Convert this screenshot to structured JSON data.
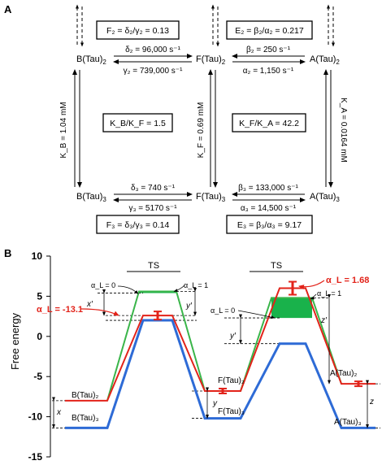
{
  "panelA": {
    "label": "A",
    "states": {
      "b2": {
        "name": "B(Tau)",
        "sub": "2"
      },
      "f2": {
        "name": "F(Tau)",
        "sub": "2"
      },
      "a2": {
        "name": "A(Tau)",
        "sub": "2"
      },
      "b3": {
        "name": "B(Tau)",
        "sub": "3"
      },
      "f3": {
        "name": "F(Tau)",
        "sub": "3"
      },
      "a3": {
        "name": "A(Tau)",
        "sub": "3"
      }
    },
    "boxes": {
      "F2": "F₂ = δ₂/γ₂ = 0.13",
      "E2": "E₂ = β₂/α₂ = 0.217",
      "KBKF": "K_B/K_F = 1.5",
      "KFKA": "K_F/K_A = 42.2",
      "F3": "F₃ = δ₃/γ₃ = 0.14",
      "E3": "E₃ = β₃/α₃ = 9.17"
    },
    "rates": {
      "delta2": "δ₂ = 96,000 s⁻¹",
      "gamma2": "γ₂ = 739,000 s⁻¹",
      "beta2": "β₂ = 250 s⁻¹",
      "alpha2": "α₂ = 1,150 s⁻¹",
      "delta3": "δ₃ = 740 s⁻¹",
      "gamma3": "γ₃ = 5170 s⁻¹",
      "beta3": "β₃ = 133,000 s⁻¹",
      "alpha3": "α₃ = 14,500 s⁻¹"
    },
    "dissociation": {
      "KB": "K_B = 1.04 mM",
      "KF": "K_F = 0.69 mM",
      "KA": "K_A = 0.0164 mM"
    }
  },
  "panelB": {
    "label": "B",
    "ylabel": "Free energy",
    "yticks": [
      10,
      5,
      0,
      -5,
      -10,
      -15
    ],
    "ylim": [
      -15,
      10
    ],
    "ts_label": "TS",
    "alphaL_left": "α_L = -13.1",
    "alphaL_right": "α_L = 1.68",
    "alphaL_0": "α_L = 0",
    "alphaL_1": "α_L = 1",
    "state_labels": {
      "b2": "B(Tau)₂",
      "b3": "B(Tau)₃",
      "f2": "F(Tau)₂",
      "f3": "F(Tau)₃",
      "a2": "A(Tau)₂",
      "a3": "A(Tau)₃"
    },
    "dims": {
      "x": "x",
      "xp": "x′",
      "y": "y",
      "yp": "y′",
      "z": "z",
      "zp": "z′"
    },
    "colors": {
      "blue": "#2e6bd6",
      "red": "#e2231a",
      "green": "#3ab54a",
      "fill": "#19b24b"
    },
    "energies": {
      "tau3": {
        "B": -11.4,
        "TS1": 2.0,
        "F": -10.2,
        "TS2": -0.9,
        "A": -11.4
      },
      "tau2": {
        "B": -8.0,
        "TS1": 2.6,
        "F": -6.8,
        "TS2": 6.0,
        "A": -5.9
      },
      "alpha1": {
        "TS1": 5.6,
        "TS2": 4.8
      },
      "alpha0": {
        "TS1": 5.4,
        "TS2": 2.3
      }
    }
  }
}
